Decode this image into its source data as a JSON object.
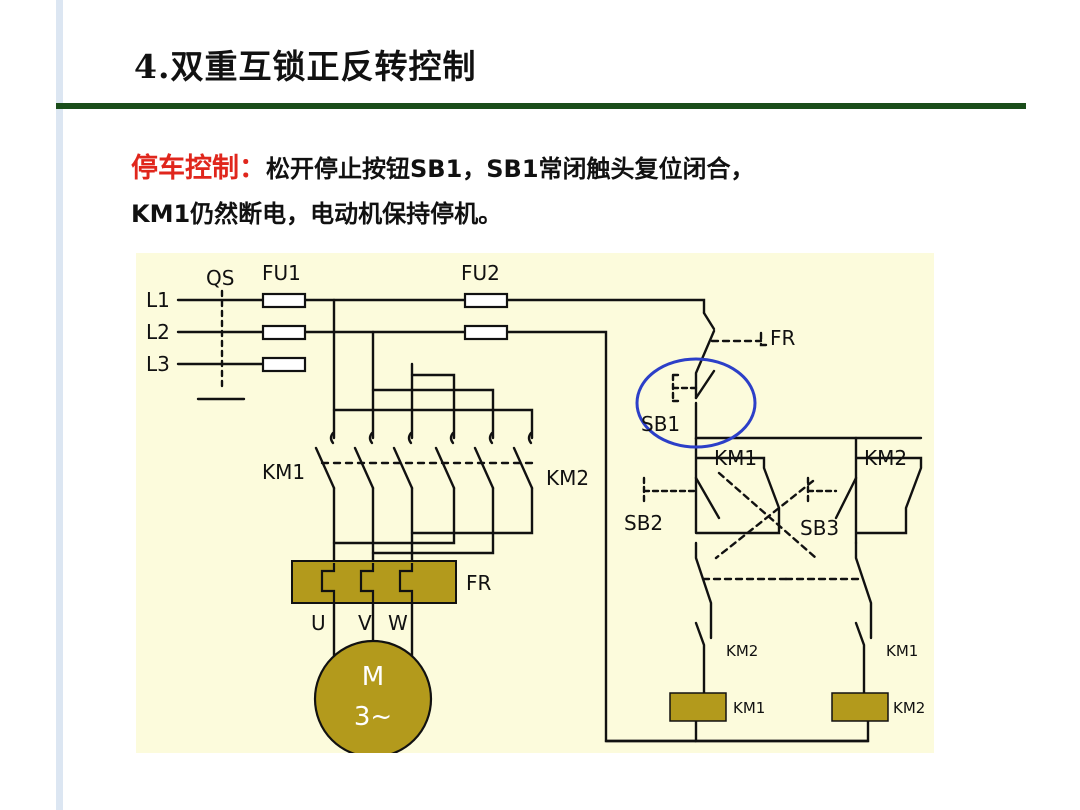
{
  "title": "4.双重互锁正反转控制",
  "description": {
    "label": "停车控制：",
    "line1_text": "松开停止按钮SB1，SB1常闭触头复位闭合，",
    "line2_text": "KM1仍然断电，电动机保持停机。"
  },
  "diagram": {
    "labels": {
      "l1": "L1",
      "l2": "L2",
      "l3": "L3",
      "qs": "QS",
      "fu1": "FU1",
      "fu2": "FU2",
      "km1_main": "KM1",
      "km2_main": "KM2",
      "fr_main": "FR",
      "u": "U",
      "v": "V",
      "w": "W",
      "motor_m": "M",
      "motor_phase": "3~",
      "fr_ctrl": "FR",
      "sb1": "SB1",
      "sb2": "SB2",
      "sb3": "SB3",
      "km1_aux": "KM1",
      "km2_aux": "KM2",
      "km2_interlock": "KM2",
      "km1_interlock": "KM1",
      "km1_coil": "KM1",
      "km2_coil": "KM2"
    },
    "colors": {
      "wire": "#111111",
      "panel": "#fcfbdc",
      "component_fill": "#b39a1c",
      "highlight_circle": "#2c3fc8",
      "title_rule": "#1a4d1a",
      "label_red": "#e0261c"
    }
  }
}
